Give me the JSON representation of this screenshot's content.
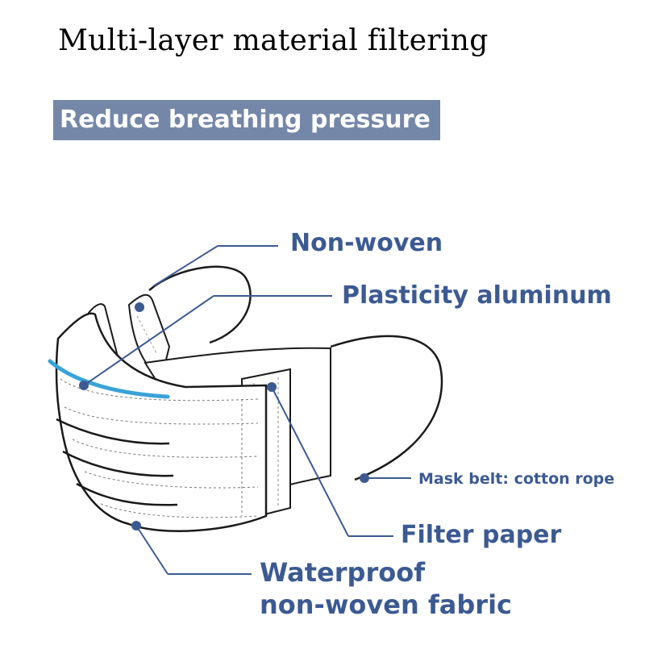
{
  "title": "Multi-layer material filtering",
  "banner": "Reduce breathing pressure",
  "labels": {
    "non_woven": "Non-woven",
    "plasticity_aluminum": "Plasticity aluminum",
    "mask_belt": "Mask belt: cotton rope",
    "filter_paper": "Filter paper",
    "waterproof_line1": "Waterproof",
    "waterproof_line2": "non-woven fabric"
  },
  "colors": {
    "banner_bg": "#7487a8",
    "label_text": "#3c5a92",
    "leader_line": "#3c5a92",
    "aluminum_strip": "#3aa3d8",
    "outline": "#1a1a1a"
  }
}
